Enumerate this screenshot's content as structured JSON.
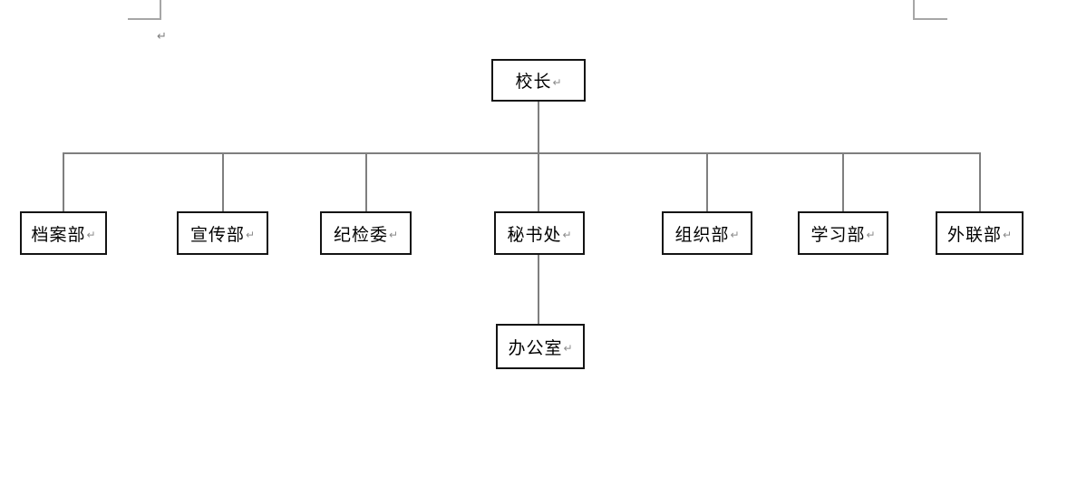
{
  "document": {
    "type": "word-canvas-with-formatting-marks",
    "background": "#ffffff",
    "paragraph_mark": "↵"
  },
  "colors": {
    "box_border": "#141414",
    "box_fill": "#ffffff",
    "text": "#000000",
    "connector": "#7f7f7f",
    "crop_mark": "#a6a6a6",
    "paragraph_mark": "#808080"
  },
  "org_chart": {
    "root": {
      "label": "校长"
    },
    "departments": [
      {
        "label": "档案部"
      },
      {
        "label": "宣传部"
      },
      {
        "label": "纪检委"
      },
      {
        "label": "秘书处",
        "children": [
          {
            "label": "办公室"
          }
        ]
      },
      {
        "label": "组织部"
      },
      {
        "label": "学习部"
      },
      {
        "label": "外联部"
      }
    ]
  }
}
